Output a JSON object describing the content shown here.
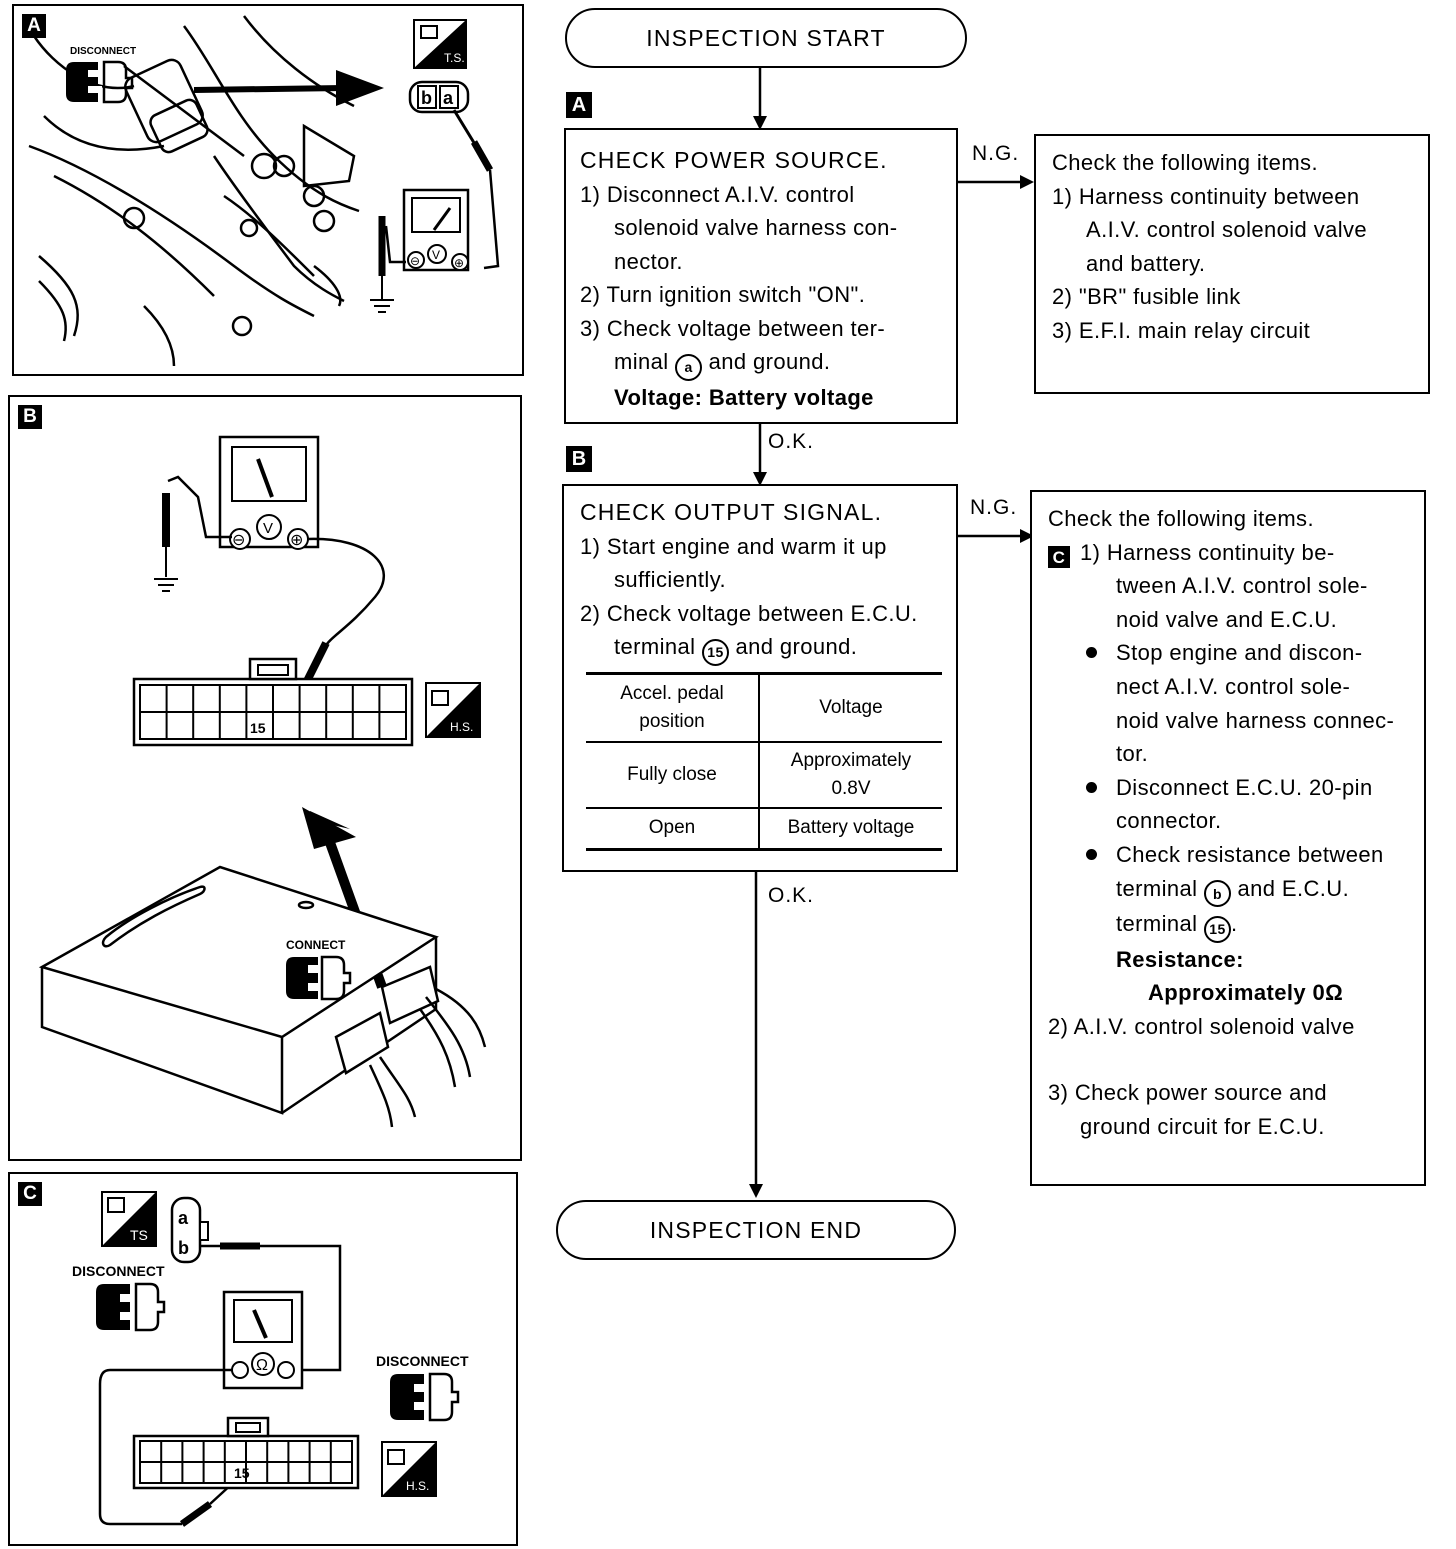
{
  "panels": {
    "a": {
      "badge": "A",
      "disconnect_label": "DISCONNECT",
      "ts_label": "T.S.",
      "pin_b": "b",
      "pin_a": "a",
      "meter_sign_minus": "⊖",
      "meter_sign_v": "V",
      "meter_sign_plus": "⊕"
    },
    "b": {
      "badge": "B",
      "hs_label": "H.S.",
      "pin_15": "15",
      "connect_label": "CONNECT",
      "meter_sign_minus": "⊖",
      "meter_sign_v": "V",
      "meter_sign_plus": "⊕"
    },
    "c": {
      "badge": "C",
      "ts_label": "TS",
      "pin_a": "a",
      "pin_b": "b",
      "disconnect_label_1": "DISCONNECT",
      "disconnect_label_2": "DISCONNECT",
      "hs_label": "H.S.",
      "pin_15": "15",
      "meter_sign_ohm": "Ω"
    }
  },
  "flow": {
    "start": "INSPECTION START",
    "end": "INSPECTION END",
    "ok_label_1": "O.K.",
    "ok_label_2": "O.K.",
    "ng_label_1": "N.G.",
    "ng_label_2": "N.G.",
    "step_a": {
      "badge": "A",
      "title": "CHECK POWER SOURCE.",
      "line1": "1) Disconnect A.I.V. control",
      "line2": "solenoid valve harness con-",
      "line3": "nector.",
      "line4": "2) Turn ignition switch \"ON\".",
      "line5": "3) Check voltage between ter-",
      "line6_pre": "minal ",
      "line6_term": "a",
      "line6_post": " and ground.",
      "line7": "Voltage:  Battery voltage"
    },
    "step_b": {
      "badge": "B",
      "title": "CHECK OUTPUT SIGNAL.",
      "line1": "1) Start engine and warm it up",
      "line2": "sufficiently.",
      "line3": "2) Check voltage between E.C.U.",
      "line4_pre": "terminal ",
      "line4_term": "15",
      "line4_post": " and ground.",
      "table": {
        "h1_l1": "Accel. pedal",
        "h1_l2": "position",
        "h2": "Voltage",
        "r1c1": "Fully close",
        "r1c2_l1": "Approximately",
        "r1c2_l2": "0.8V",
        "r2c1": "Open",
        "r2c2": "Battery voltage"
      }
    },
    "ng_a": {
      "title": "Check the following items.",
      "line1": "1) Harness continuity between",
      "line2": "A.I.V. control solenoid valve",
      "line3": "and battery.",
      "line4": "2) \"BR\" fusible link",
      "line5": "3) E.F.I. main relay circuit"
    },
    "ng_b": {
      "title": "Check the following items.",
      "badge": "C",
      "line1": "1) Harness continuity be-",
      "line2": "tween A.I.V. control sole-",
      "line3": "noid valve and E.C.U.",
      "bullet1_l1": "Stop engine and discon-",
      "bullet1_l2": "nect A.I.V. control sole-",
      "bullet1_l3": "noid valve harness connec-",
      "bullet1_l4": "tor.",
      "bullet2_l1": "Disconnect E.C.U. 20-pin",
      "bullet2_l2": "connector.",
      "bullet3_l1": "Check resistance between",
      "bullet3_l2_pre": "terminal ",
      "bullet3_l2_term": "b",
      "bullet3_l2_post": " and E.C.U.",
      "bullet3_l3_pre": "terminal ",
      "bullet3_l3_term": "15",
      "bullet3_l3_post": ".",
      "resistance_label": "Resistance:",
      "resistance_value": "Approximately 0Ω",
      "line4": "2) A.I.V. control solenoid valve",
      "line5": "3) Check power source and",
      "line6": "ground circuit for E.C.U."
    }
  }
}
